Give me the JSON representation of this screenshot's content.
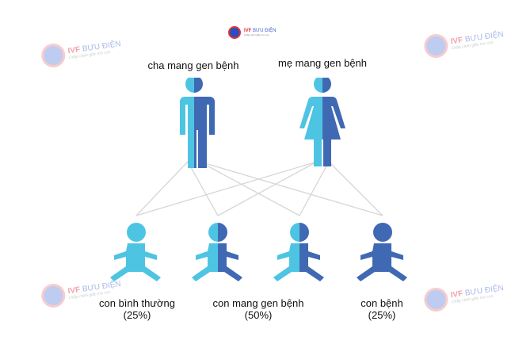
{
  "watermark": {
    "brand": "IVF",
    "name": "BƯU ĐIỆN",
    "tagline": "Chắp cánh giấc mơ con"
  },
  "parents": {
    "father": "cha mang gen bệnh",
    "mother": "mẹ mang gen bệnh"
  },
  "children": [
    {
      "label": "con bình thường",
      "percent": "(25%)",
      "type": "normal"
    },
    {
      "label": "con mang gen bệnh",
      "percent": "(50%)",
      "type": "carrier"
    },
    {
      "label": "",
      "percent": "",
      "type": "carrier"
    },
    {
      "label": "con bệnh",
      "percent": "(25%)",
      "type": "affected"
    }
  ],
  "colors": {
    "light": "#4ec4e3",
    "dark": "#4069b4",
    "line": "#d6d6d6"
  }
}
